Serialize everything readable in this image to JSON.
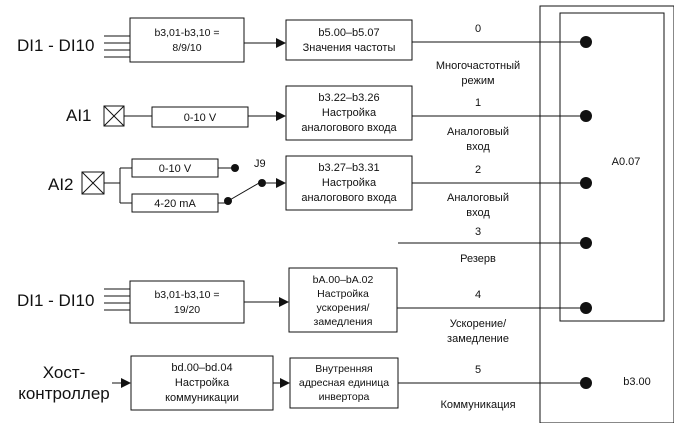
{
  "inputs": {
    "di_top": "DI1 - DI10",
    "ai1": "AI1",
    "ai2": "AI2",
    "di_bottom": "DI1 - DI10",
    "host": [
      "Хост-",
      "контроллер"
    ]
  },
  "blocks": {
    "b301_top": [
      "b3,01-b3,10 =",
      "8/9/10"
    ],
    "b500": [
      "b5.00–b5.07",
      "Значения частоты"
    ],
    "ai1_range": "0-10 V",
    "b322": [
      "b3.22–b3.26",
      "Настройка",
      "аналогового входа"
    ],
    "ai2_range_v": "0-10 V",
    "ai2_range_ma": "4-20 mA",
    "jumper": "J9",
    "b327": [
      "b3.27–b3.31",
      "Настройка",
      "аналогового входа"
    ],
    "b301_bottom": [
      "b3,01-b3,10 =",
      "19/20"
    ],
    "ba00": [
      "bA.00–bA.02",
      "Настройка",
      "ускорения/",
      "замедления"
    ],
    "bd00": [
      "bd.00–bd.04",
      "Настройка",
      "коммуникации"
    ],
    "internal": [
      "Внутренняя",
      "адресная единица",
      "инвертора"
    ]
  },
  "channels": [
    {
      "num": "0",
      "label": [
        "Многочастотный",
        "режим"
      ]
    },
    {
      "num": "1",
      "label": [
        "Аналоговый",
        "вход"
      ]
    },
    {
      "num": "2",
      "label": [
        "Аналоговый",
        "вход"
      ]
    },
    {
      "num": "3",
      "label": [
        "Резерв"
      ]
    },
    {
      "num": "4",
      "label": [
        "Ускорение/",
        "замедление"
      ]
    },
    {
      "num": "5",
      "label": [
        "Коммуникация"
      ]
    }
  ],
  "selectors": {
    "a007": "A0.07",
    "b300": "b3.00"
  }
}
